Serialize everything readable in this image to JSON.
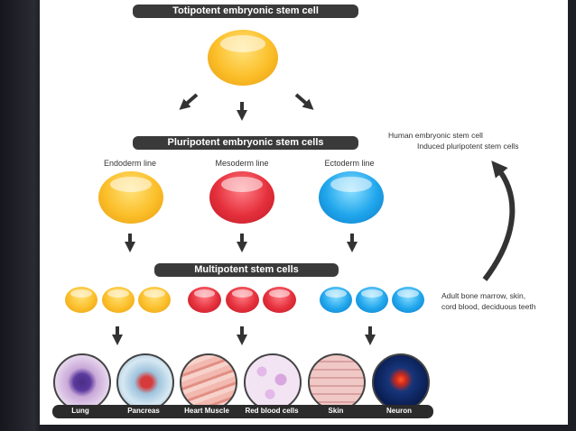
{
  "stages": {
    "totipotent": "Totipotent embryonic stem cell",
    "pluripotent": "Pluripotent embryonic stem cells",
    "multipotent": "Multipotent stem cells"
  },
  "lines": {
    "endoderm": "Endoderm line",
    "mesoderm": "Mesoderm line",
    "ectoderm": "Ectoderm line"
  },
  "side_notes": {
    "pluripotent_line1": "Human embryonic stem cell",
    "pluripotent_line2": "Induced pluripotent stem cells",
    "multipotent_line1": "Adult bone marrow, skin,",
    "multipotent_line2": "cord blood, deciduous teeth"
  },
  "tissues": [
    "Lung",
    "Pancreas",
    "Heart Muscle",
    "Red blood cells",
    "Skin",
    "Neuron"
  ],
  "colors": {
    "endoderm": "#fbbf2a",
    "mesoderm": "#e5303c",
    "ectoderm": "#20a6ec",
    "bar": "#3a3a3a"
  }
}
